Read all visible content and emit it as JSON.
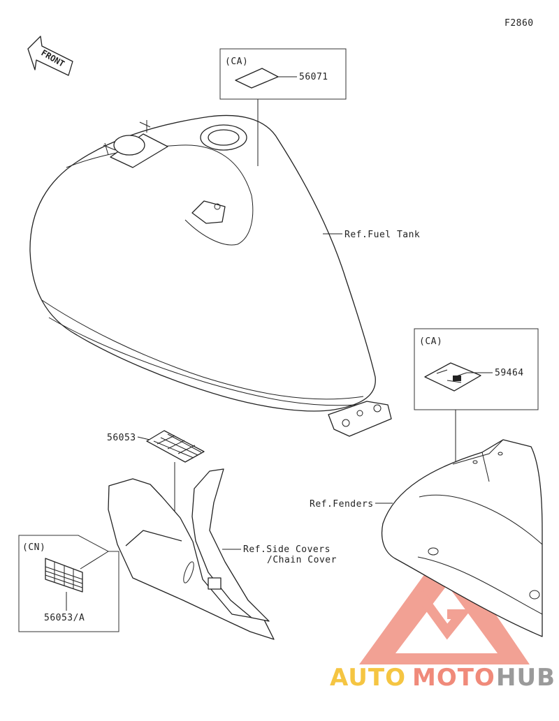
{
  "figure_code": "F2860",
  "front_marker": "FRONT",
  "labels": {
    "ca_top": "(CA)",
    "part_56071": "56071",
    "ref_fuel_tank": "Ref.Fuel Tank",
    "ca_right": "(CA)",
    "part_59464": "59464",
    "part_56053": "56053",
    "ref_fenders": "Ref.Fenders",
    "ref_side_covers_line1": "Ref.Side Covers",
    "ref_side_covers_line2": "/Chain Cover",
    "cn": "(CN)",
    "part_56053a": "56053/A"
  },
  "watermark": {
    "auto": "AUTO",
    "moto": "MOTO",
    "hub": "HUB",
    "colors": {
      "auto": "#f5c542",
      "moto": "#f08a7a",
      "hub": "#9a9a9a",
      "triangle": "#f08a7a"
    }
  }
}
